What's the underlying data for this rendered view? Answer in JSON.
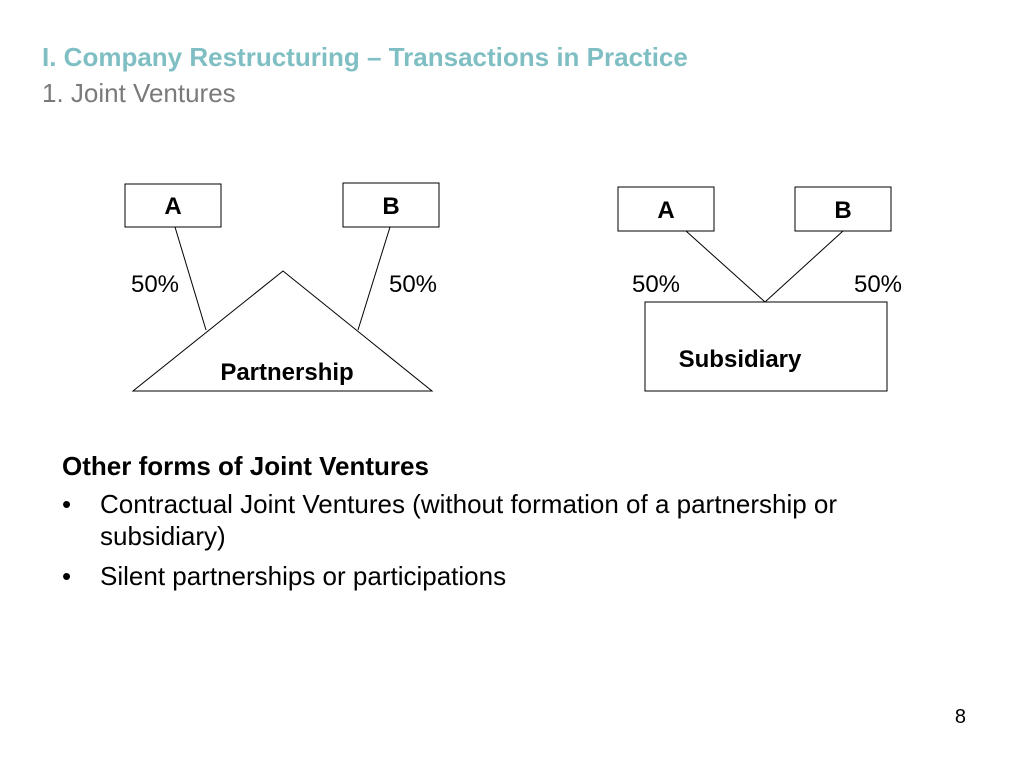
{
  "slide": {
    "title": "I. Company Restructuring – Transactions in Practice",
    "subtitle": "1. Joint Ventures",
    "page_number": "8",
    "title_color": "#7fbfc4",
    "subtitle_color": "#7a7a7a"
  },
  "diagram_left": {
    "owner_a": "A",
    "owner_b": "B",
    "share_a": "50%",
    "share_b": "50%",
    "entity": "Partnership"
  },
  "diagram_right": {
    "owner_a": "A",
    "owner_b": "B",
    "share_a": "50%",
    "share_b": "50%",
    "entity": "Subsidiary"
  },
  "other_forms": {
    "heading": "Other forms of Joint Ventures",
    "bullet_symbol": "•",
    "items": [
      "Contractual Joint Ventures (without formation of a partnership or subsidiary)",
      "Silent partnerships or participations"
    ]
  }
}
